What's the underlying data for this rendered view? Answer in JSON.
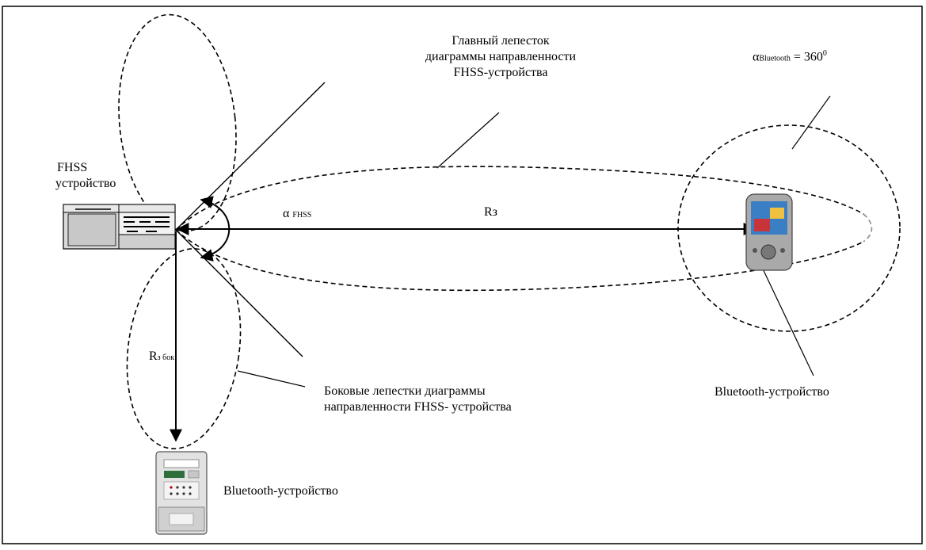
{
  "labels": {
    "main_lobe_line1": "Главный лепесток",
    "main_lobe_line2": "диаграммы направленности",
    "main_lobe_line3": "FHSS-устройства",
    "alpha_bt_symbol": "α",
    "alpha_bt_sub": "Bluetooth",
    "alpha_bt_eq": " = 360",
    "alpha_bt_sup": "0",
    "fhss_line1": "FHSS",
    "fhss_line2": "устройство",
    "alpha_fhss_symbol": "α",
    "alpha_fhss_sub": "FHSS",
    "r3": "Rз",
    "r3_side_main": "R",
    "r3_side_sub": "з бок",
    "side_lobes_line1": "Боковые лепестки диаграммы",
    "side_lobes_line2": "направленности FHSS- устройства",
    "bluetooth_right": "Bluetooth-устройство",
    "bluetooth_bottom": "Bluetooth-устройство"
  },
  "colors": {
    "line": "#000000",
    "main_lobe_dash": "#8c8c8c",
    "device_fill": "#d9d9d9"
  }
}
